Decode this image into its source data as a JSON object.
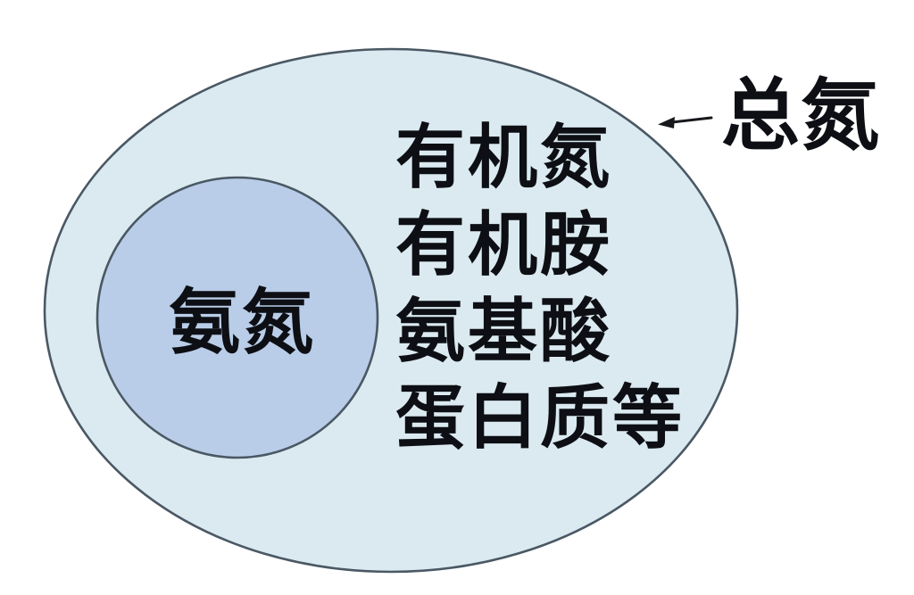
{
  "diagram": {
    "type": "venn-nested-set",
    "title_label": "总氮",
    "outer_set": {
      "name_label": "总氮",
      "name_meaning": "Total Nitrogen",
      "fill_color": "#daeaf0",
      "stroke_color": "#4a5864",
      "shape": "ellipse",
      "components": [
        "有机氮",
        "有机胺",
        "氨基酸",
        "蛋白质等"
      ]
    },
    "inner_set": {
      "name_label": "氨氮",
      "name_meaning": "Ammonia Nitrogen",
      "fill_color": "#b9cde8",
      "stroke_color": "#4a5864",
      "shape": "circle"
    },
    "annotation": {
      "arrow_name": "left-arrow",
      "arrow_color": "#16181c",
      "points_to": "outer_set"
    },
    "background_color": "#ffffff"
  }
}
